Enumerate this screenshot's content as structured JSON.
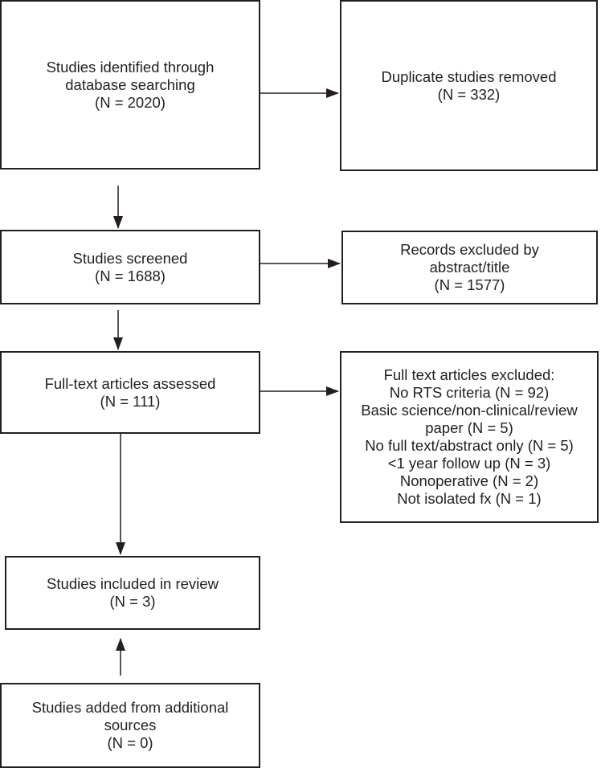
{
  "boxes": {
    "identified": [
      "Studies identified through",
      "database searching",
      "(N = 2020)"
    ],
    "duplicates": [
      "Duplicate studies removed",
      "(N = 332)"
    ],
    "screened": [
      "Studies screened",
      "(N = 1688)"
    ],
    "excluded_abstract": [
      "Records excluded by",
      "abstract/title",
      "(N = 1577)"
    ],
    "fulltext": [
      "Full-text articles assessed",
      "(N = 111)"
    ],
    "excluded_fulltext": [
      "Full text articles excluded:",
      "No RTS criteria (N = 92)",
      "Basic science/non-clinical/review",
      "paper (N = 5)",
      "No full text/abstract only (N = 5)",
      "<1 year follow up (N = 3)",
      "Nonoperative (N = 2)",
      "Not isolated fx (N = 1)"
    ],
    "included": [
      "Studies included in review",
      "(N = 3)"
    ],
    "additional": [
      "Studies added from additional",
      "sources",
      "(N = 0)"
    ]
  },
  "colors": {
    "ink": "#231f20",
    "background": "#ffffff"
  }
}
